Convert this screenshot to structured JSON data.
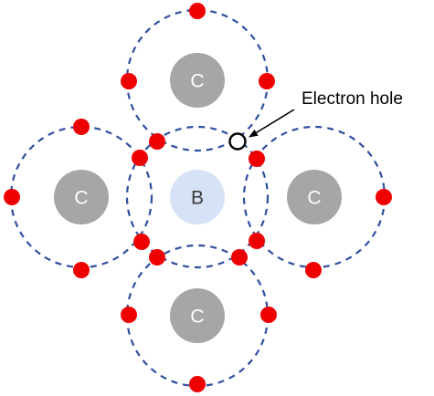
{
  "atoms": {
    "center": {
      "label": "B",
      "color": "#d6e2f5"
    },
    "top": {
      "label": "C",
      "color": "#a6a6a6"
    },
    "left": {
      "label": "C",
      "color": "#a6a6a6"
    },
    "right": {
      "label": "C",
      "color": "#a6a6a6"
    },
    "bottom": {
      "label": "C",
      "color": "#a6a6a6"
    }
  },
  "callout": {
    "text": "Electron hole"
  },
  "colors": {
    "shell": "#2f4fa0",
    "electron": "#ee0000",
    "carbon": "#a6a6a6",
    "boron": "#d6e2f5"
  }
}
